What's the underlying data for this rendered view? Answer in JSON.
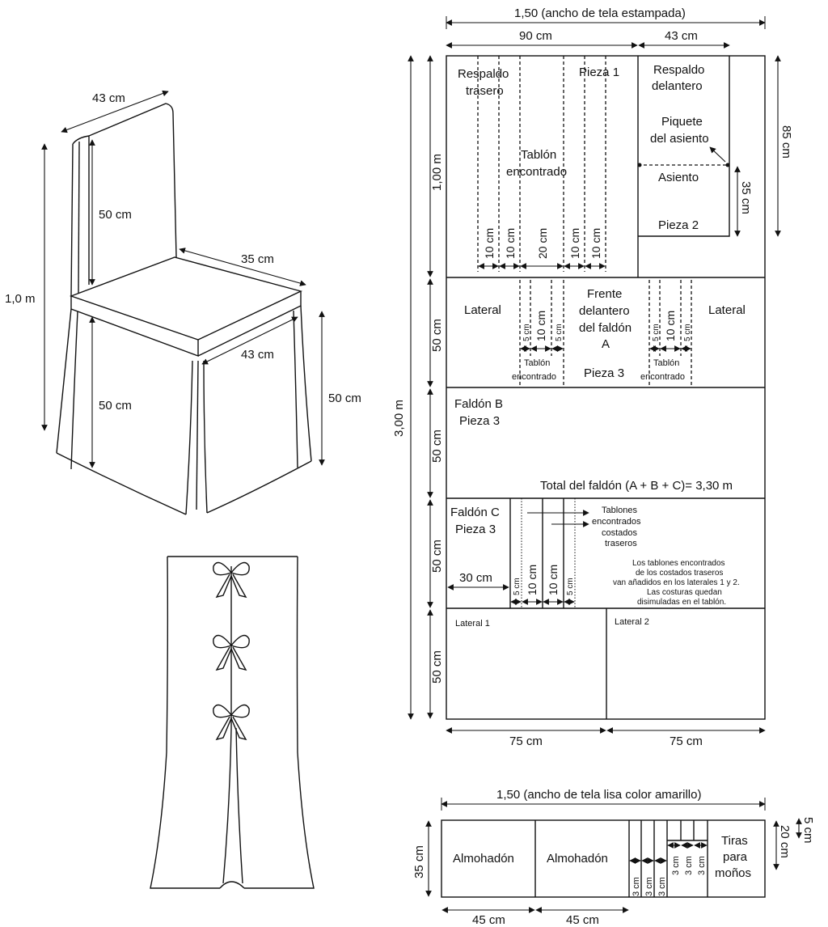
{
  "chair": {
    "width_top": "43 cm",
    "back_height": "50 cm",
    "total_height": "1,0 m",
    "seat_depth": "35 cm",
    "seat_width": "43 cm",
    "skirt_height_inner": "50 cm",
    "skirt_height_outer": "50 cm"
  },
  "printed_fabric": {
    "title": "1,50 (ancho de tela estampada)",
    "width_left": "90 cm",
    "width_right": "43 cm",
    "total_length": "3,00 m",
    "row_heights": [
      "1,00 m",
      "50 cm",
      "50 cm",
      "50 cm",
      "50 cm"
    ],
    "right_height": "85 cm",
    "bottom_widths": [
      "75 cm",
      "75 cm"
    ],
    "row1": {
      "respaldo_trasero": [
        "Respaldo",
        "trasero"
      ],
      "pieza1": "Pieza 1",
      "tablon": [
        "Tablón",
        "encontrado"
      ],
      "pleat_widths": [
        "10 cm",
        "10 cm",
        "20 cm",
        "10 cm",
        "10 cm"
      ],
      "respaldo_delantero": [
        "Respaldo",
        "delantero"
      ],
      "piquete": [
        "Piquete",
        "del asiento"
      ],
      "asiento": "Asiento",
      "asiento_height": "35 cm",
      "pieza2": "Pieza 2"
    },
    "row2": {
      "lateral_left": "Lateral",
      "lateral_right": "Lateral",
      "frente": [
        "Frente",
        "delantero",
        "del faldón",
        "A"
      ],
      "pieza3": "Pieza 3",
      "pleat_small": "5 cm",
      "pleat_mid": "10 cm",
      "tablon": [
        "Tablón",
        "encontrado"
      ]
    },
    "row3": {
      "faldon_b": [
        "Faldón B",
        "Pieza 3"
      ],
      "total": "Total del faldón (A + B + C)= 3,30 m"
    },
    "row4": {
      "faldon_c": [
        "Faldón C",
        "Pieza 3"
      ],
      "width30": "30 cm",
      "pleat_small": "5 cm",
      "pleat_mid": "10 cm",
      "tablones": [
        "Tablones",
        "encontrados",
        "costados",
        "traseros"
      ],
      "note": [
        "Los tablones encontrados",
        "de los costados traseros",
        "van añadidos en los laterales 1 y 2.",
        "Las costuras quedan",
        "disimuladas en el tablón."
      ]
    },
    "row5": {
      "lateral1": "Lateral 1",
      "lateral2": "Lateral 2"
    }
  },
  "plain_fabric": {
    "title": "1,50 (ancho de tela lisa color amarillo)",
    "height": "35 cm",
    "almohadon1": "Almohadón",
    "almohadon2": "Almohadón",
    "widths": [
      "45 cm",
      "45 cm"
    ],
    "strip": "3 cm",
    "tiras": [
      "Tiras",
      "para",
      "moños"
    ],
    "right_20": "20 cm",
    "right_5": "5 cm"
  }
}
